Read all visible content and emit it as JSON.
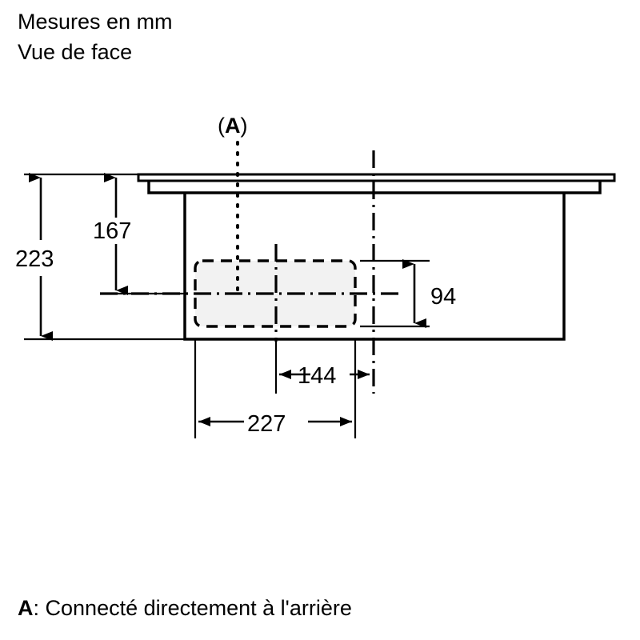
{
  "header": {
    "line1": "Mesures en mm",
    "line2": "Vue de face"
  },
  "caption": {
    "key": "A",
    "separator": ": ",
    "text": "Connecté directement à l'arrière"
  },
  "reference_marker": {
    "label": "(A)",
    "meaning": "Connecté directement à l'arrière"
  },
  "units": "mm",
  "view": "Vue de face",
  "colors": {
    "line": "#000000",
    "fill_duct": "#f2f2f2",
    "background": "#ffffff"
  },
  "dimensions": {
    "total_height": "223",
    "height_to_centre": "167",
    "duct_height": "94",
    "outer_width": "227",
    "inner_width": "144"
  },
  "chart_data": {
    "type": "table",
    "title": "Mesures en mm — Vue de face",
    "categories": [
      "223",
      "167",
      "94",
      "227",
      "144"
    ],
    "values": [
      223,
      167,
      94,
      227,
      144
    ],
    "annotations": [
      "(A)",
      "A: Connecté directement à l'arrière"
    ]
  }
}
